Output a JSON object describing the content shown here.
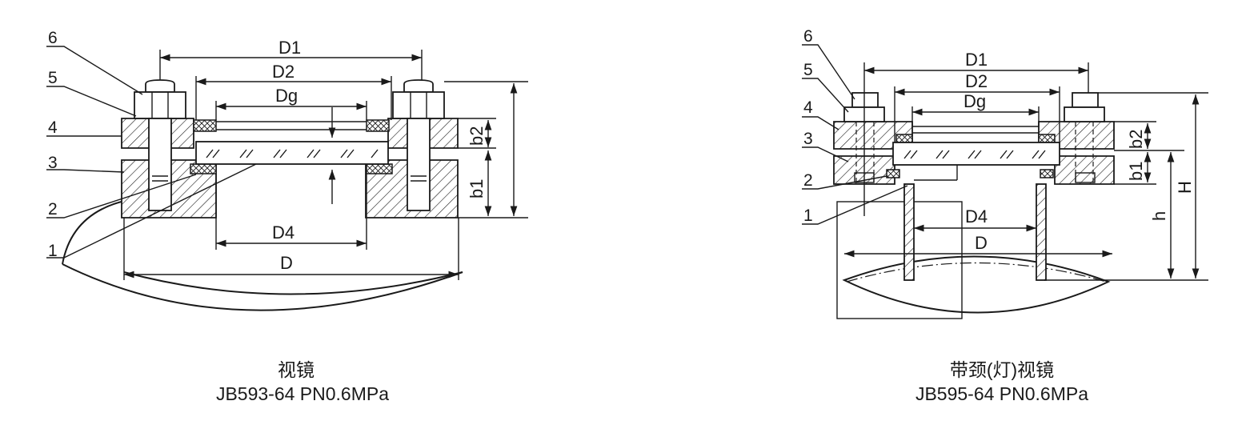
{
  "left_figure": {
    "part_numbers": [
      "6",
      "5",
      "4",
      "3",
      "2",
      "1"
    ],
    "dimensions": {
      "D1": "D1",
      "D2": "D2",
      "Dg": "Dg",
      "D4": "D4",
      "D": "D",
      "b1": "b1",
      "b2": "b2"
    },
    "caption_title": "视镜",
    "caption_spec": "JB593-64   PN0.6MPa"
  },
  "right_figure": {
    "part_numbers": [
      "6",
      "5",
      "4",
      "3",
      "2",
      "1"
    ],
    "dimensions": {
      "D1": "D1",
      "D2": "D2",
      "Dg": "Dg",
      "D4": "D4",
      "D": "D",
      "b1": "b1",
      "b2": "b2",
      "H": "H",
      "h": "h"
    },
    "caption_title": "带颈(灯)视镜",
    "caption_spec": "JB595-64   PN0.6MPa"
  }
}
